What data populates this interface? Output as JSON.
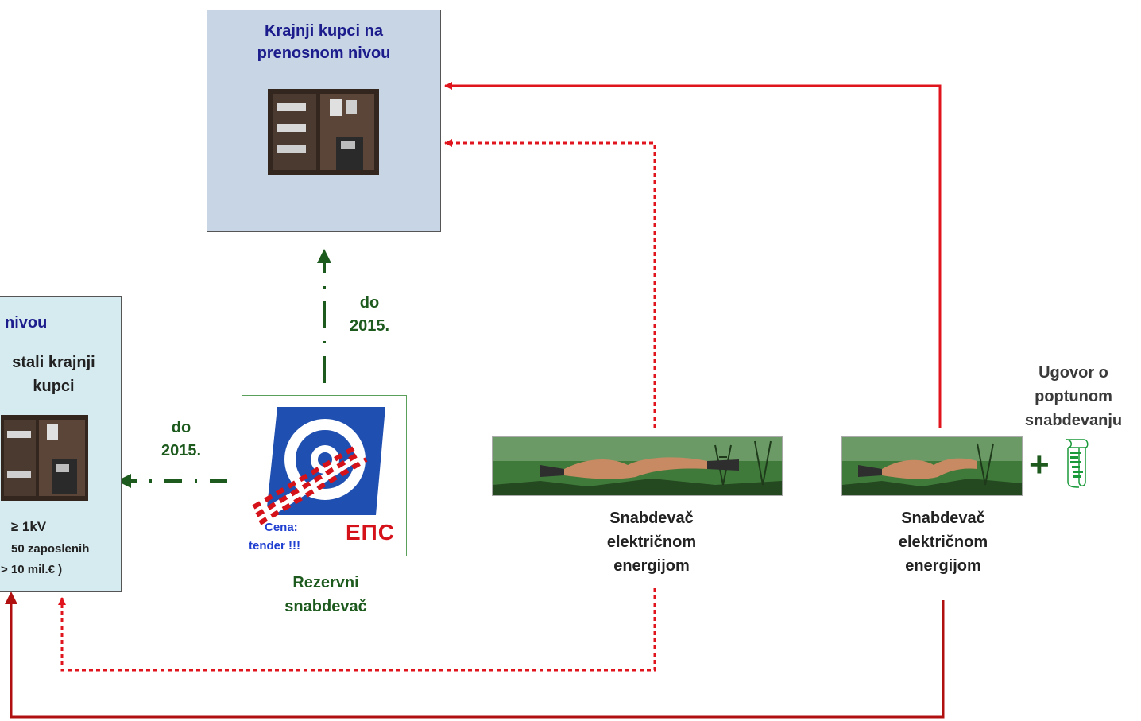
{
  "top_box": {
    "title_line1": "Krajnji kupci na",
    "title_line2": "prenosnom nivou"
  },
  "left_box": {
    "title": "nivou",
    "subtitle_line1": "stali krajnji",
    "subtitle_line2": "kupci",
    "criteria_1": "≥ 1kV",
    "criteria_2": "50 zaposlenih",
    "criteria_3": "> 10 mil.€ )"
  },
  "eps": {
    "logo_text": "ЕПС",
    "price_label": "Cena:",
    "price_value": "tender !!!",
    "caption_line1": "Rezervni",
    "caption_line2": "snabdevač"
  },
  "labels": {
    "do_vertical_1": "do",
    "do_vertical_2": "2015.",
    "do_horizontal_1": "do",
    "do_horizontal_2": "2015."
  },
  "supplier_1": {
    "line1": "Snabdevač",
    "line2": "električnom",
    "line3": "energijom"
  },
  "supplier_2": {
    "line1": "Snabdevač",
    "line2": "električnom",
    "line3": "energijom"
  },
  "contract": {
    "line1": "Ugovor o",
    "line2": "poptunom",
    "line3": "snabdevanju",
    "plus": "+"
  },
  "colors": {
    "red": "#e0141c",
    "dark_red": "#b01010",
    "green": "#1d5a1d",
    "navy": "#1c1c8c"
  }
}
